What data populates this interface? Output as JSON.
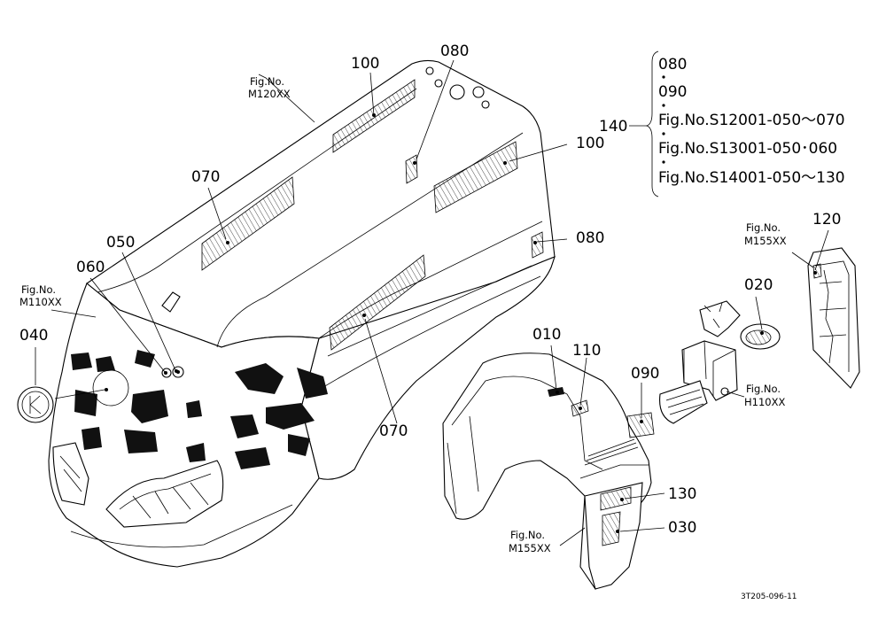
{
  "callouts": {
    "p010": "010",
    "p020": "020",
    "p030": "030",
    "p040": "040",
    "p050": "050",
    "p060": "060",
    "p070a": "070",
    "p070b": "070",
    "p080a": "080",
    "p080b": "080",
    "p090": "090",
    "p100a": "100",
    "p100b": "100",
    "p110": "110",
    "p120": "120",
    "p130": "130",
    "p140": "140"
  },
  "figrefs": {
    "m120": {
      "line1": "Fig.No.",
      "line2": "M120XX"
    },
    "m110": {
      "line1": "Fig.No.",
      "line2": "M110XX"
    },
    "m155_top": {
      "line1": "Fig.No.",
      "line2": "M155XX"
    },
    "h110": {
      "line1": "Fig.No.",
      "line2": "H110XX"
    },
    "m155_bottom": {
      "line1": "Fig.No.",
      "line2": "M155XX"
    }
  },
  "kit_legend": {
    "items": [
      "080",
      "090",
      "Fig.No.S12001-050～070",
      "Fig.No.S13001-050･060",
      "Fig.No.S14001-050～130"
    ]
  },
  "drawing_code": "3T205-096-11"
}
